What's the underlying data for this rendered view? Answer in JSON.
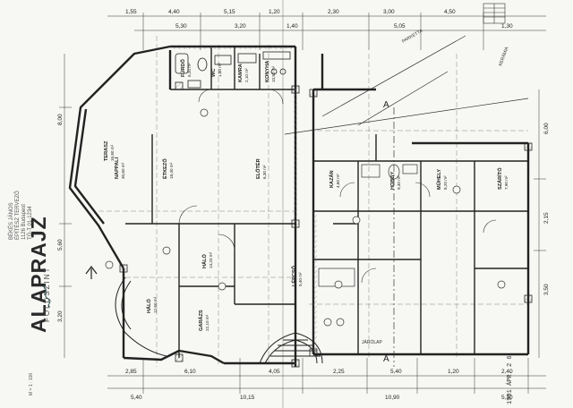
{
  "title": "ALAPRAJZ",
  "subtitle": "FÖLDSZINT",
  "stamp": [
    "BÉKÉS JÁNOS",
    "ÉPÍTÉSZ TERVEZŐ",
    "1126 Budapest",
    "TÖ-T 01-1234"
  ],
  "scale": "M = 1 : 100",
  "date": "1991 ÁPR. 2 6",
  "rooms": [
    {
      "label": "NAPPALI",
      "area": "30,60 m²"
    },
    {
      "label": "ÉTKEZŐ",
      "area": "18,40 m²"
    },
    {
      "label": "KONYHA",
      "area": "10,50 m²"
    },
    {
      "label": "FÜRDŐ",
      "area": "5,20 m²"
    },
    {
      "label": "WC",
      "area": "1,80 m²"
    },
    {
      "label": "KAMRA",
      "area": "2,10 m²"
    },
    {
      "label": "ELŐTÉR",
      "area": "6,30 m²"
    },
    {
      "label": "HÁLÓ",
      "area": "14,20 m²"
    },
    {
      "label": "HÁLÓ",
      "area": "12,60 m²"
    },
    {
      "label": "GARÁZS",
      "area": "22,10 m²"
    },
    {
      "label": "TERASZ",
      "area": "16,80 m²"
    },
    {
      "label": "KAZÁN",
      "area": "4,60 m²"
    },
    {
      "label": "LÉPCSŐ",
      "area": "5,40 m²"
    },
    {
      "label": "HOBBY",
      "area": "9,40 m²"
    },
    {
      "label": "MŰHELY",
      "area": "8,20 m²"
    },
    {
      "label": "SZÁRÍTÓ",
      "area": "7,90 m²"
    }
  ],
  "dims": {
    "top": [
      "1,55",
      "4,40",
      "5,15",
      "1,20",
      "2,30",
      "3,00",
      "4,50"
    ],
    "top2": [
      "5,30",
      "3,20",
      "1,40",
      "5,05",
      "1,30"
    ],
    "bottom": [
      "2,85",
      "6,10",
      "4,05",
      "2,25",
      "5,40",
      "1,20",
      "2,40"
    ],
    "bottom2": [
      "5,40",
      "10,15",
      "10,90",
      "5,30"
    ],
    "left": [
      "8,00",
      "5,60",
      "3,20"
    ],
    "right": [
      "6,00",
      "2,15",
      "3,50"
    ]
  },
  "markers": [
    "A",
    "A"
  ],
  "notes": [
    "PARKETTA",
    "KERÁMIA",
    "JÁRÓLAP"
  ]
}
